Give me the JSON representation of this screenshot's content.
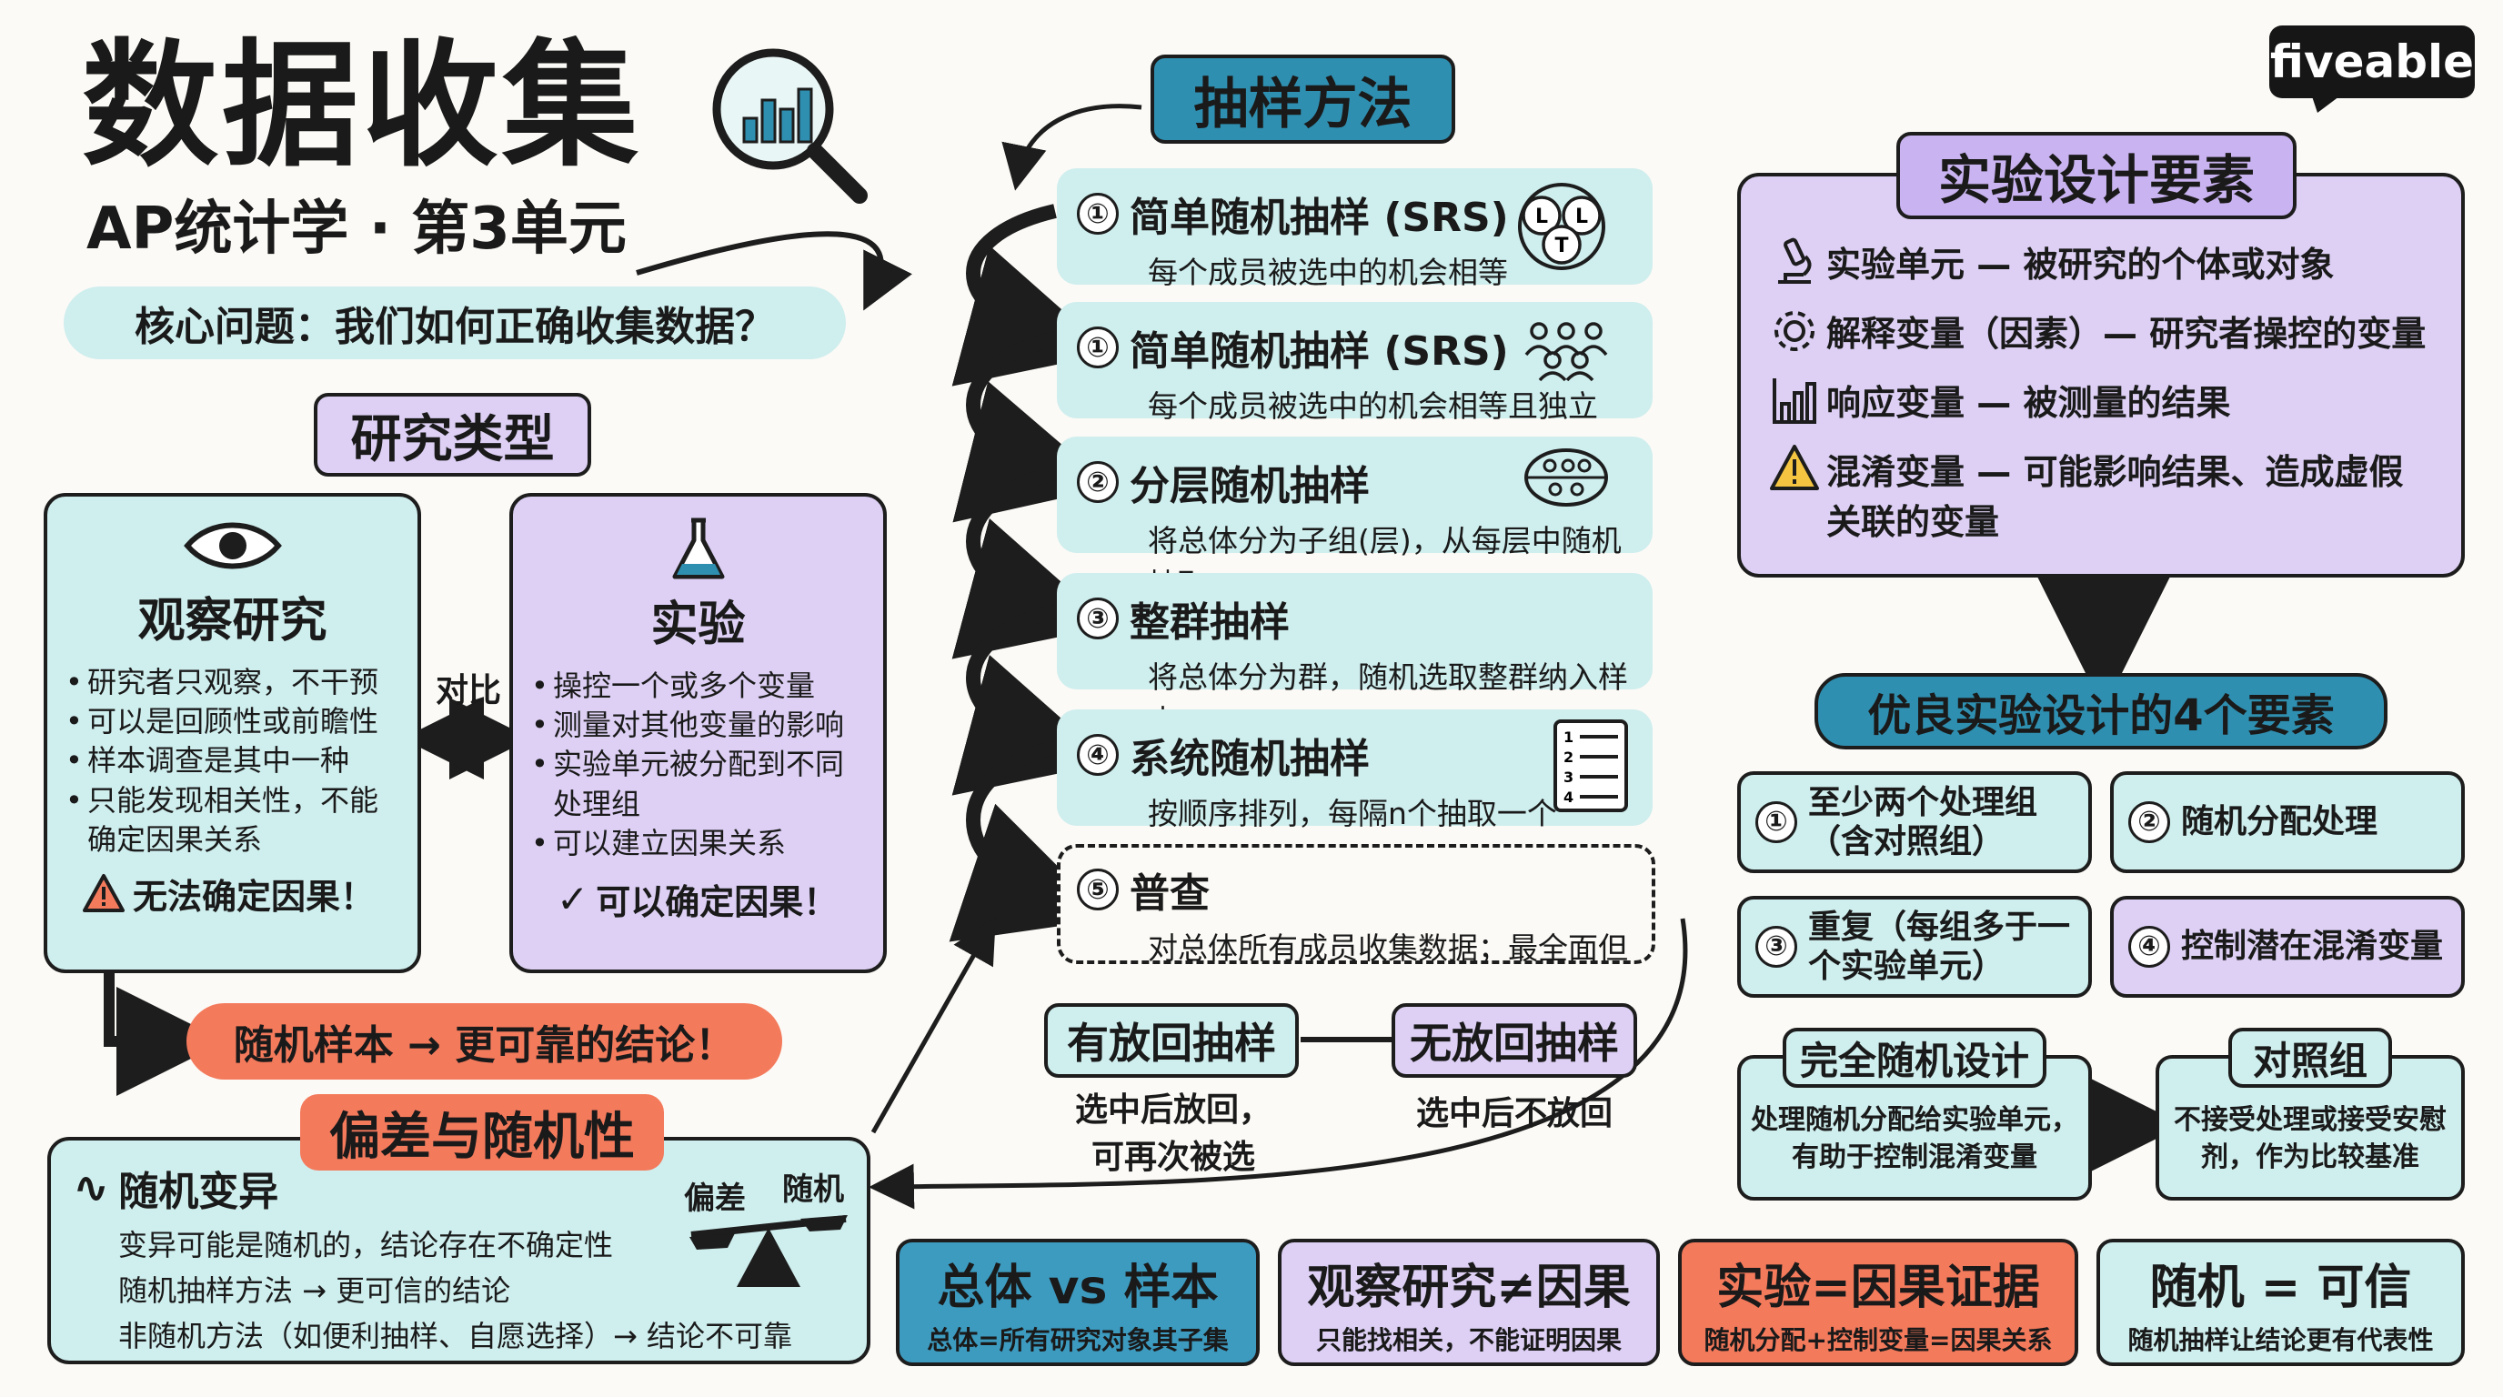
{
  "header": {
    "title": "数据收集",
    "subtitle": "AP统计学 · 第3单元",
    "core_question": "核心问题：我们如何正确收集数据？",
    "brand": "fiveable"
  },
  "study_types": {
    "heading": "研究类型",
    "compare_label": "对比",
    "observational": {
      "title": "观察研究",
      "bullets": [
        "研究者只观察，不干预",
        "可以是回顾性或前瞻性",
        "样本调查是其中一种",
        "只能发现相关性，不能确定因果关系"
      ],
      "note": "无法确定因果！"
    },
    "experiment": {
      "title": "实验",
      "bullets": [
        "操控一个或多个变量",
        "测量对其他变量的影响",
        "实验单元被分配到不同处理组",
        "可以建立因果关系"
      ],
      "note": "可以确定因果！"
    },
    "conclusion_pill": "随机样本 → 更可靠的结论！"
  },
  "bias": {
    "heading": "偏差与随机性",
    "item_title": "随机变异",
    "lines": [
      "变异可能是随机的，结论存在不确定性",
      "随机抽样方法 → 更可信的结论",
      "非随机方法（如便利抽样、自愿选择）→ 结论不可靠"
    ],
    "scale_left": "偏差",
    "scale_right": "随机"
  },
  "sampling": {
    "heading": "抽样方法",
    "methods": [
      {
        "num": "①",
        "title": "简单随机抽样 (SRS)",
        "desc": "每个成员被选中的机会相等"
      },
      {
        "num": "①",
        "title": "简单随机抽样 (SRS)",
        "desc": "每个成员被选中的机会相等且独立"
      },
      {
        "num": "②",
        "title": "分层随机抽样",
        "desc": "将总体分为子组(层)，从每层中随机抽取"
      },
      {
        "num": "③",
        "title": "整群抽样",
        "desc": "将总体分为群，随机选取整群纳入样本"
      },
      {
        "num": "④",
        "title": "系统随机抽样",
        "desc": "按顺序排列，每隔n个抽取一个"
      },
      {
        "num": "⑤",
        "title": "普查",
        "desc": "对总体所有成员收集数据；最全面但"
      }
    ],
    "with_replacement": {
      "label": "有放回抽样",
      "desc": "选中后放回，可再次被选"
    },
    "without_replacement": {
      "label": "无放回抽样",
      "desc": "选中后不放回"
    },
    "srs_icon_letters": [
      "L",
      "L",
      "T"
    ],
    "list_icon_numbers": [
      "1",
      "2",
      "3",
      "4"
    ]
  },
  "experiment_design": {
    "heading": "实验设计要素",
    "elements": [
      {
        "icon": "microscope-icon",
        "text": "实验单元 — 被研究的个体或对象"
      },
      {
        "icon": "gear-icon",
        "text": "解释变量（因素）— 研究者操控的变量"
      },
      {
        "icon": "bar-chart-icon",
        "text": "响应变量 — 被测量的结果"
      },
      {
        "icon": "warning-icon",
        "text": "混淆变量 — 可能影响结果、造成虚假关联的变量"
      }
    ],
    "good_heading": "优良实验设计的4个要素",
    "requirements": [
      {
        "num": "①",
        "text": "至少两个处理组（含对照组）"
      },
      {
        "num": "②",
        "text": "随机分配处理"
      },
      {
        "num": "③",
        "text": "重复（每组多于一个实验单元）"
      },
      {
        "num": "④",
        "text": "控制潜在混淆变量"
      }
    ],
    "crd": {
      "title": "完全随机设计",
      "desc": "处理随机分配给实验单元，有助于控制混淆变量"
    },
    "control": {
      "title": "对照组",
      "desc": "不接受处理或接受安慰剂，作为比较基准"
    }
  },
  "summary": [
    {
      "title": "总体 vs 样本",
      "desc": "总体=所有研究对象其子集"
    },
    {
      "title": "观察研究≠因果",
      "desc": "只能找相关，不能证明因果"
    },
    {
      "title": "实验=因果证据",
      "desc": "随机分配+控制变量=因果关系"
    },
    {
      "title": "随机 = 可信",
      "desc": "随机抽样让结论更有代表性"
    }
  ],
  "colors": {
    "teal": "#cfeeee",
    "purple": "#ddd0f4",
    "coral": "#f47a5c",
    "dark_teal": "#2f8fb0",
    "outline": "#1d1d1d"
  }
}
